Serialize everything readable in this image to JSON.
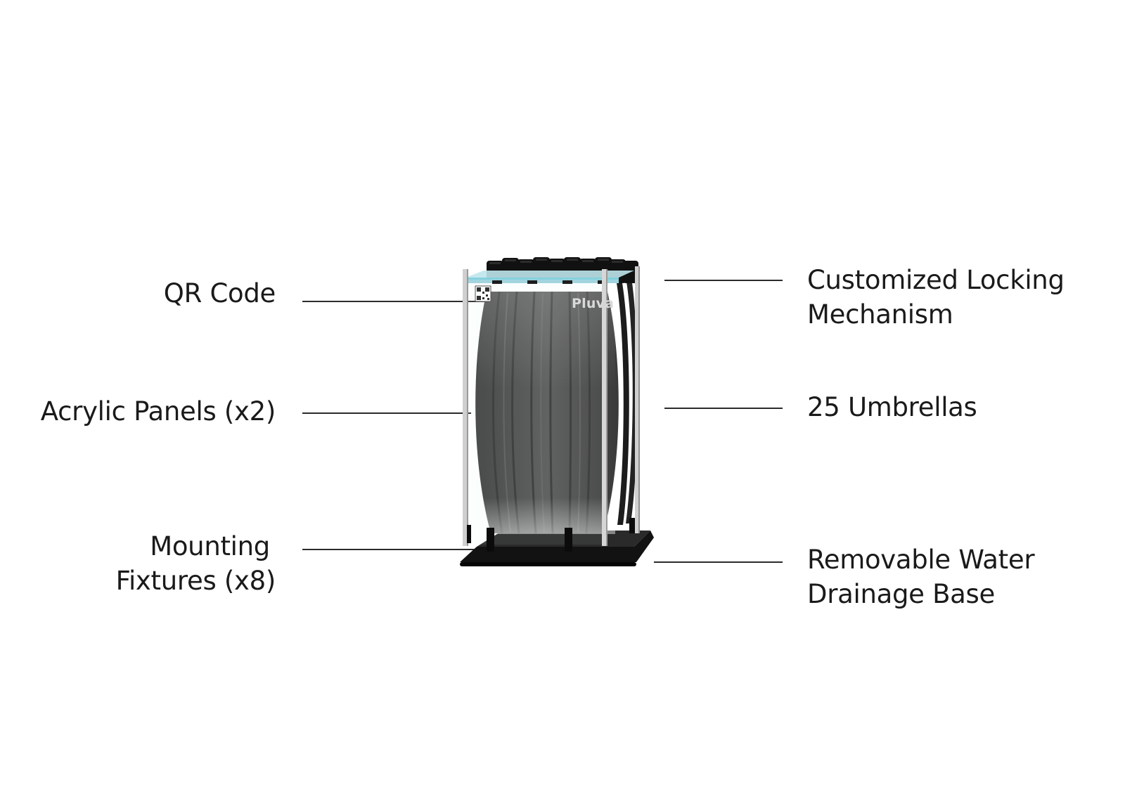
{
  "brand": {
    "logo_text": "Pluva"
  },
  "labels": {
    "qr_code": "QR Code",
    "acrylic_panels": "Acrylic Panels (x2)",
    "mounting_fixtures": [
      "Mounting",
      "Fixtures (x8)"
    ],
    "locking_mechanism": [
      "Customized Locking",
      "Mechanism"
    ],
    "umbrellas": "25 Umbrellas",
    "drainage_base": [
      "Removable Water",
      "Drainage Base"
    ]
  },
  "colors": {
    "background": "#ffffff",
    "text": "#1a1a1a",
    "leader_line": "#2b2b2b",
    "umbrella_fabric": "#4a4a4a",
    "base": "#111111",
    "frame": "#c9c9c9",
    "accent_lid": "#7fd0dc"
  },
  "product": {
    "umbrella_count": 25,
    "acrylic_panel_count": 2,
    "mounting_fixture_count": 8
  }
}
